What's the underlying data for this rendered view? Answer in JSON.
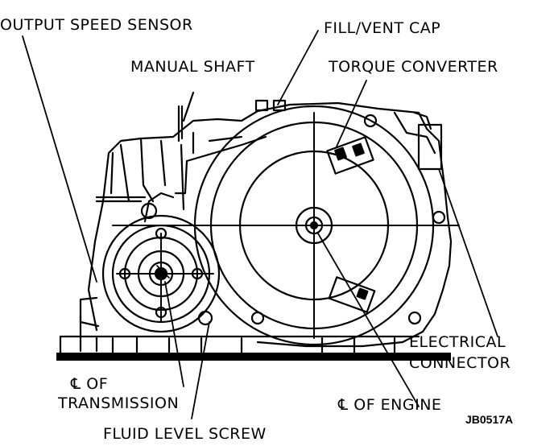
{
  "labels": {
    "output_speed_sensor": "OUTPUT SPEED SENSOR",
    "fill_vent_cap": "FILL/VENT CAP",
    "manual_shaft": "MANUAL SHAFT",
    "torque_converter": "TORQUE CONVERTER",
    "electrical_connector_line1": "ELECTRICAL",
    "electrical_connector_line2": "CONNECTOR",
    "cl_of_transmission_line1": "℄ OF",
    "cl_of_transmission_line2": "TRANSMISSION",
    "cl_of_engine": "℄ OF ENGINE",
    "fluid_level_screw": "FLUID LEVEL SCREW"
  },
  "figure_code": "JB0517A"
}
